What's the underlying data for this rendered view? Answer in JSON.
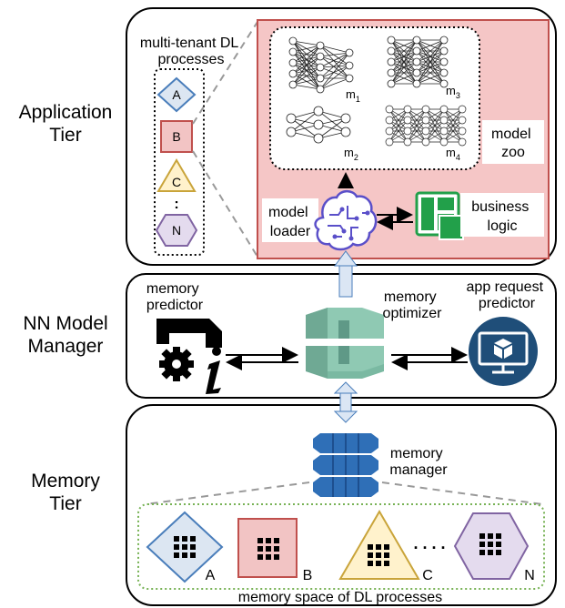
{
  "tiers": {
    "application": [
      "Application",
      "Tier"
    ],
    "nn_manager": [
      "NN Model",
      "Manager"
    ],
    "memory": [
      "Memory",
      "Tier"
    ]
  },
  "processes": {
    "title": [
      "multi-tenant DL",
      "processes"
    ],
    "items": [
      "A",
      "B",
      "C",
      "N"
    ],
    "ellipsis": ":"
  },
  "model_zoo": {
    "label": [
      "model",
      "zoo"
    ],
    "models": [
      {
        "base": "m",
        "sub": "1"
      },
      {
        "base": "m",
        "sub": "3"
      },
      {
        "base": "m",
        "sub": "2"
      },
      {
        "base": "m",
        "sub": "4"
      }
    ]
  },
  "model_loader": [
    "model",
    "loader"
  ],
  "business_logic": [
    "business",
    "logic"
  ],
  "memory_predictor": [
    "memory",
    "predictor"
  ],
  "memory_optimizer": [
    "memory",
    "optimizer"
  ],
  "app_request_predictor": [
    "app request",
    "predictor"
  ],
  "memory_manager": [
    "memory",
    "manager"
  ],
  "memory_space": {
    "label": "memory space of DL processes",
    "items": [
      "A",
      "B",
      "C",
      "N"
    ],
    "dots": ". . . ."
  },
  "colors": {
    "zoo_bg": "#f5c6c6",
    "zoo_border": "#c0504d",
    "diamond_fill": "#dce6f2",
    "diamond_stroke": "#4a7ebb",
    "square_fill": "#f2c4c4",
    "square_stroke": "#c0504d",
    "triangle_fill": "#fff2cc",
    "triangle_stroke": "#c9a43a",
    "hexagon_fill": "#e4dbee",
    "hexagon_stroke": "#8064a2",
    "optimizer": "#8fc9b3",
    "manager": "#2f6fb7",
    "request_predictor": "#1f4e79",
    "business_logic": "#22a04a",
    "loader": "#5a4fc9",
    "connector": "#dbe6f4",
    "memory_space_border": "#77b255"
  }
}
